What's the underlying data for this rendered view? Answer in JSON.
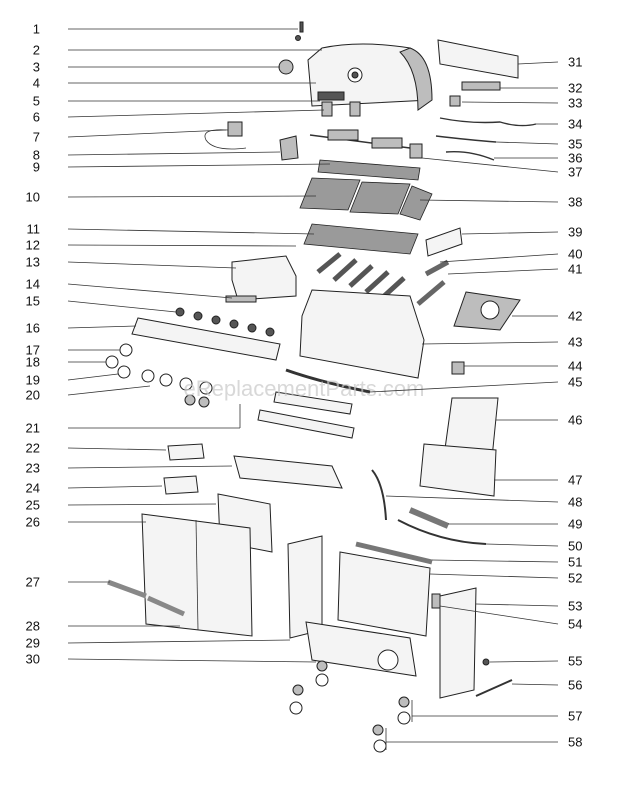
{
  "watermark": "eReplacementParts.com",
  "left_labels": [
    "1",
    "2",
    "3",
    "4",
    "5",
    "6",
    "7",
    "8",
    "9",
    "10",
    "11",
    "12",
    "13",
    "14",
    "15",
    "16",
    "17",
    "18",
    "19",
    "20",
    "21",
    "22",
    "23",
    "24",
    "25",
    "26",
    "27",
    "28",
    "29",
    "30"
  ],
  "right_labels": [
    "31",
    "32",
    "33",
    "34",
    "35",
    "36",
    "37",
    "38",
    "39",
    "40",
    "41",
    "42",
    "43",
    "44",
    "45",
    "46",
    "47",
    "48",
    "49",
    "50",
    "51",
    "52",
    "53",
    "54",
    "55",
    "56",
    "57",
    "58"
  ]
}
